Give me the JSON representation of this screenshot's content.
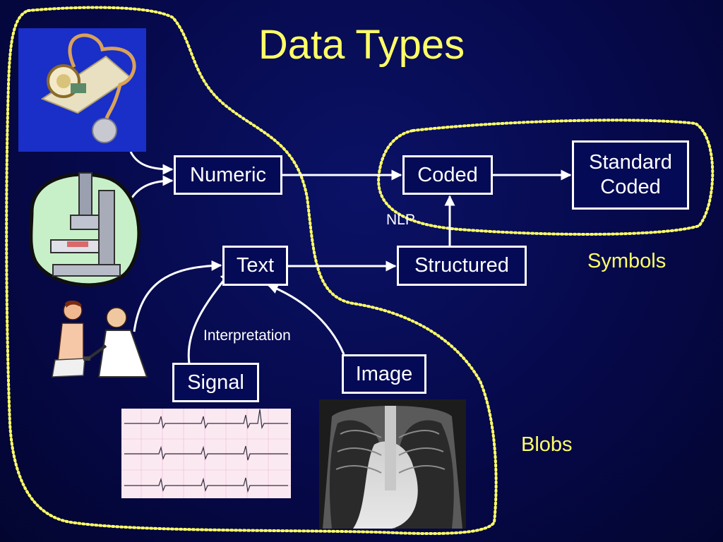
{
  "slide": {
    "title": "Data Types"
  },
  "nodes": {
    "numeric": "Numeric",
    "coded": "Coded",
    "standard_coded_line1": "Standard",
    "standard_coded_line2": "Coded",
    "text": "Text",
    "structured": "Structured",
    "signal": "Signal",
    "image": "Image"
  },
  "edge_labels": {
    "nlp": "NLP",
    "interpretation": "Interpretation"
  },
  "groups": {
    "symbols": "Symbols",
    "blobs": "Blobs"
  },
  "colors": {
    "background": "#06094a",
    "title": "#ffff66",
    "group_outline": "#ffff66",
    "box_border": "#ffffff",
    "arrow": "#ffffff"
  },
  "icons": [
    "sphygmomanometer-icon",
    "microscope-icon",
    "doctor-patient-icon",
    "ecg-strip-image",
    "chest-xray-image"
  ]
}
